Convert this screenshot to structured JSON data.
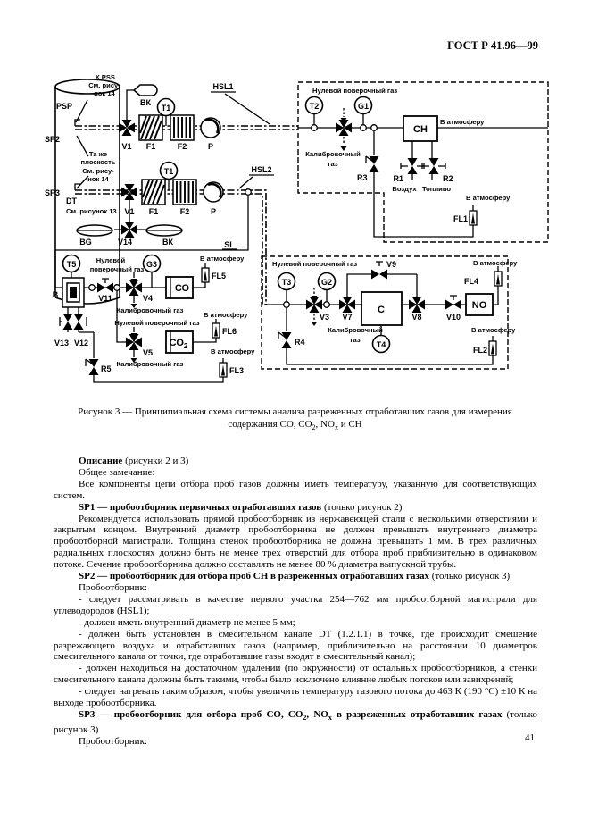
{
  "header": {
    "gost": "ГОСТ Р 41.96—99"
  },
  "footer": {
    "page_number": "41"
  },
  "figure": {
    "caption": {
      "line1": "Рисунок 3 — Принципиальная схема системы анализа разреженных отработавших газов для измерения",
      "line2_a": "содержания СО, СО",
      "line2_sub1": "2",
      "line2_b": ", NO",
      "line2_sub2": "x",
      "line2_c": " и СН"
    },
    "labels": {
      "k_pss": "К PSS",
      "see_fig14a": "См. рису-",
      "see_fig14b": "нок 14",
      "psp": "PSP",
      "sp2": "SP2",
      "sp3": "SP3",
      "dt": "DT",
      "see_fig13": "См. рисунок 13",
      "same_plane1": "Та же",
      "same_plane2": "плоскость",
      "bk": "ВК",
      "bg": "BG",
      "sl": "SL",
      "hsl1": "HSL1",
      "hsl2": "HSL2",
      "v1": "V1",
      "f1": "F1",
      "f2": "F2",
      "p": "Р",
      "t1": "Т1",
      "atm": "В атмосферу",
      "zero_gas": "Нулевой поверочный газ",
      "zero1": "Нулевой",
      "zero2": "поверочный газ",
      "calib_gas": "Калибровочный газ",
      "calib1": "Калибровочный",
      "gas": "газ",
      "t2": "Т2",
      "g1": "G1",
      "r3": "R3",
      "ch": "СН",
      "r1": "R1",
      "r2": "R2",
      "air": "Воздух",
      "fuel": "Топливо",
      "fl1": "FL1",
      "t5": "Т5",
      "g3": "G3",
      "b": "В",
      "v11": "V11",
      "v4": "V4",
      "co": "СО",
      "fl5": "FL5",
      "v13": "V13",
      "v12": "V12",
      "v14": "V14",
      "v5": "V5",
      "co2a": "СО",
      "co2sub": "2",
      "fl6": "FL6",
      "r5": "R5",
      "fl3": "FL3",
      "t3": "Т3",
      "g2": "G2",
      "v3": "V3",
      "v7": "V7",
      "v9": "V9",
      "c": "С",
      "v8": "V8",
      "v10": "V10",
      "no": "NO",
      "fl4": "FL4",
      "r4": "R4",
      "t4": "Т4",
      "fl2": "FL2"
    }
  },
  "body": {
    "p1_bold": "Описание",
    "p1_rest": " (рисунки 2 и 3)",
    "p2": "Общее замечание:",
    "p3": "Все компоненты цепи отбора проб газов должны иметь температуру, указанную для соответствующих систем.",
    "p4_bold": "SP1 — пробоотборник первичных отработавших газов",
    "p4_rest": " (только рисунок 2)",
    "p5": "Рекомендуется использовать прямой пробоотборник из нержавеющей стали с несколькими отверстиями и закрытым концом. Внутренний диаметр пробоотборника не должен превышать внутреннего диаметра пробоотборной магистрали. Толщина стенок пробоотборника не должна превышать 1 мм. В трех различных радиальных плоскостях должно быть не менее трех отверстий для отбора проб приблизительно в одинаковом потоке. Сечение пробоотборника должно составлять не менее 80 % диаметра выпускной трубы.",
    "p6_bold": "SP2 — пробоотборник для отбора проб СН в разреженных отработавших газах",
    "p6_rest": " (только рисунок 3)",
    "p7": "Пробоотборник:",
    "p8": "- следует рассматривать в качестве первого участка 254—762 мм пробоотборной магистрали для углеводородов (HSL1);",
    "p9": "- должен иметь внутренний диаметр не менее 5 мм;",
    "p10": "- должен быть установлен в смесительном канале DT (1.2.1.1) в точке, где происходит смешение разрежающего воздуха и отработавших газов (например, приблизительно на расстоянии 10 диаметров смесительного канала от точки, где отработавшие газы входят в смесительный канал);",
    "p11": "- должен находиться на достаточном удалении (по окружности) от остальных пробоотборников, а стенки смесительного канала должны быть такими, чтобы было исключено влияние любых потоков или завихрений;",
    "p12": "- следует нагревать таким образом, чтобы увеличить температуру газового потока до 463 К (190 °С) ±10 К на выходе пробоотборника.",
    "p13_b1": "SP3 — пробоотборник для отбора проб СО, СО",
    "p13_sub1": "2",
    "p13_b2": ", NO",
    "p13_sub2": "x",
    "p13_b3": " в разреженных отработавших газах",
    "p13_rest": " (только рисунок 3)",
    "p14": "Пробоотборник:"
  }
}
